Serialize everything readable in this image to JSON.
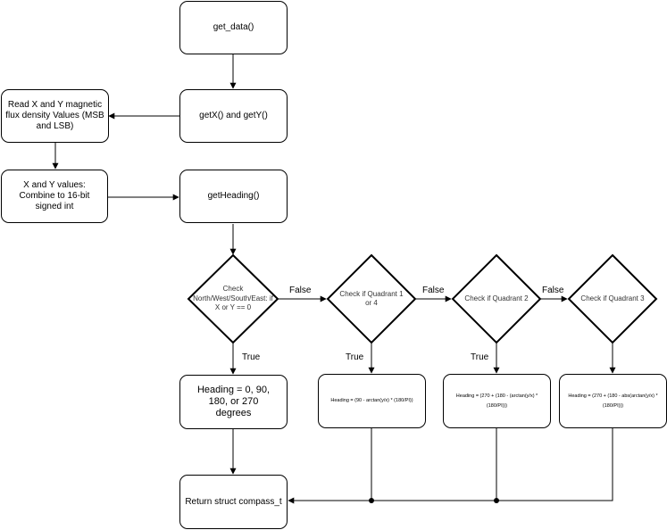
{
  "nodes": {
    "get_data": "get_data()",
    "get_xy": "getX() and getY()",
    "read_xy": "Read X and Y magnetic flux density Values (MSB and LSB)",
    "combine": "X and Y values: Combine to 16-bit signed int",
    "get_heading": "getHeading()",
    "heading_cardinal": "Heading = 0, 90, 180, or 270 degrees",
    "heading_q14": "Heading = (90 - arctan(y/x) * (180/PI))",
    "heading_q2": "Heading = (270 + (180 - (arctan(y/x) * (180/PI)))",
    "heading_q3": "Heading = (270 + (180 - abs(arctan(y/x) * (180/PI)))",
    "return_struct": "Return struct compass_t"
  },
  "decisions": {
    "cardinal": "Check North/West/South/East: if X or Y == 0",
    "quadrant_1_4": "Check if Quadrant 1 or 4",
    "quadrant_2": "Check if Quadrant 2",
    "quadrant_3": "Check if Quadrant 3"
  },
  "edge_labels": {
    "false_1": "False",
    "false_2": "False",
    "false_3": "False",
    "true_1": "True",
    "true_2": "True",
    "true_3": "True"
  }
}
